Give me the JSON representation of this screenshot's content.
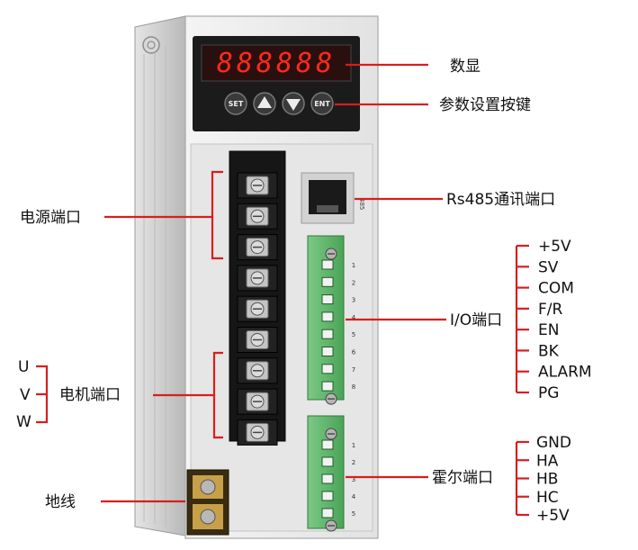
{
  "display": {
    "digits": "888888"
  },
  "keypad": {
    "set": "SET",
    "ent": "ENT"
  },
  "rs485_jack_label": "485",
  "callouts": {
    "display": "数显",
    "keys": "参数设置按键",
    "power": "电源端口",
    "motor": "电机端口",
    "ground": "地线",
    "rs485": "Rs485通讯端口",
    "io": "I/O端口",
    "hall": "霍尔端口"
  },
  "motor_phases": [
    "U",
    "V",
    "W"
  ],
  "io_signals": [
    "+5V",
    "SV",
    "COM",
    "F/R",
    "EN",
    "BK",
    "ALARM",
    "PG"
  ],
  "io_pins": [
    "1",
    "2",
    "3",
    "4",
    "5",
    "6",
    "7",
    "8"
  ],
  "hall_signals": [
    "GND",
    "HA",
    "HB",
    "HC",
    "+5V"
  ],
  "hall_pins": [
    "1",
    "2",
    "3",
    "4",
    "5"
  ],
  "colors": {
    "callout": "#d81e1e",
    "led": "#ff2a1a",
    "terminal_green": "#5fb86a",
    "housing": "#ececec"
  }
}
